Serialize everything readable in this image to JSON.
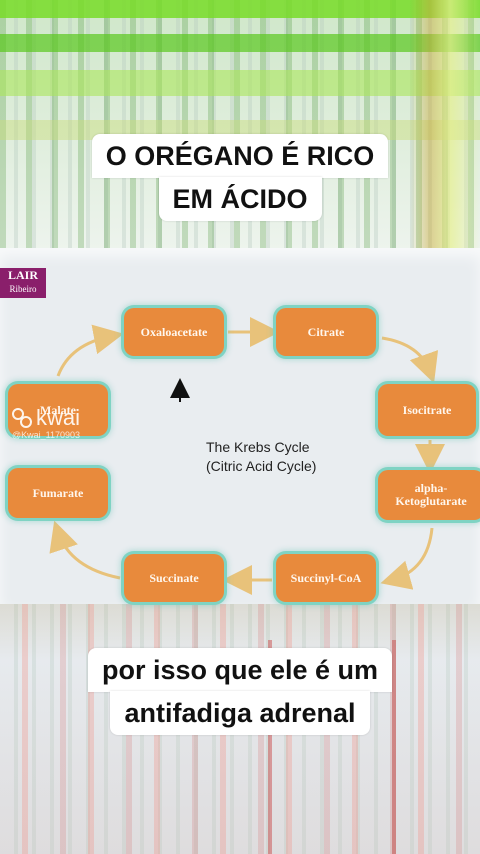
{
  "captions": {
    "top": [
      "O ORÉGANO É RICO",
      "EM ÁCIDO"
    ],
    "bottom": [
      "por isso que ele é um",
      "antifadiga adrenal"
    ]
  },
  "logo": {
    "line1": "LAIR",
    "line2": "Ribeiro"
  },
  "watermark": {
    "brand": "kwai",
    "user": "@Kwai_1170903"
  },
  "diagram": {
    "title_line1": "The Krebs Cycle",
    "title_line2": "(Citric Acid Cycle)",
    "nodes": {
      "oxaloacetate": "Oxaloacetate",
      "citrate": "Citrate",
      "isocitrate": "Isocitrate",
      "alpha_ketoglutarate": "alpha-Ketoglutarate",
      "succinyl_coa": "Succinyl-CoA",
      "succinate": "Succinate",
      "fumarate": "Fumarate",
      "malate": "Malate"
    },
    "colors": {
      "node_fill": "#e88a3c",
      "node_glow": "#7fd3c3",
      "arrow": "#e8c27a"
    }
  }
}
